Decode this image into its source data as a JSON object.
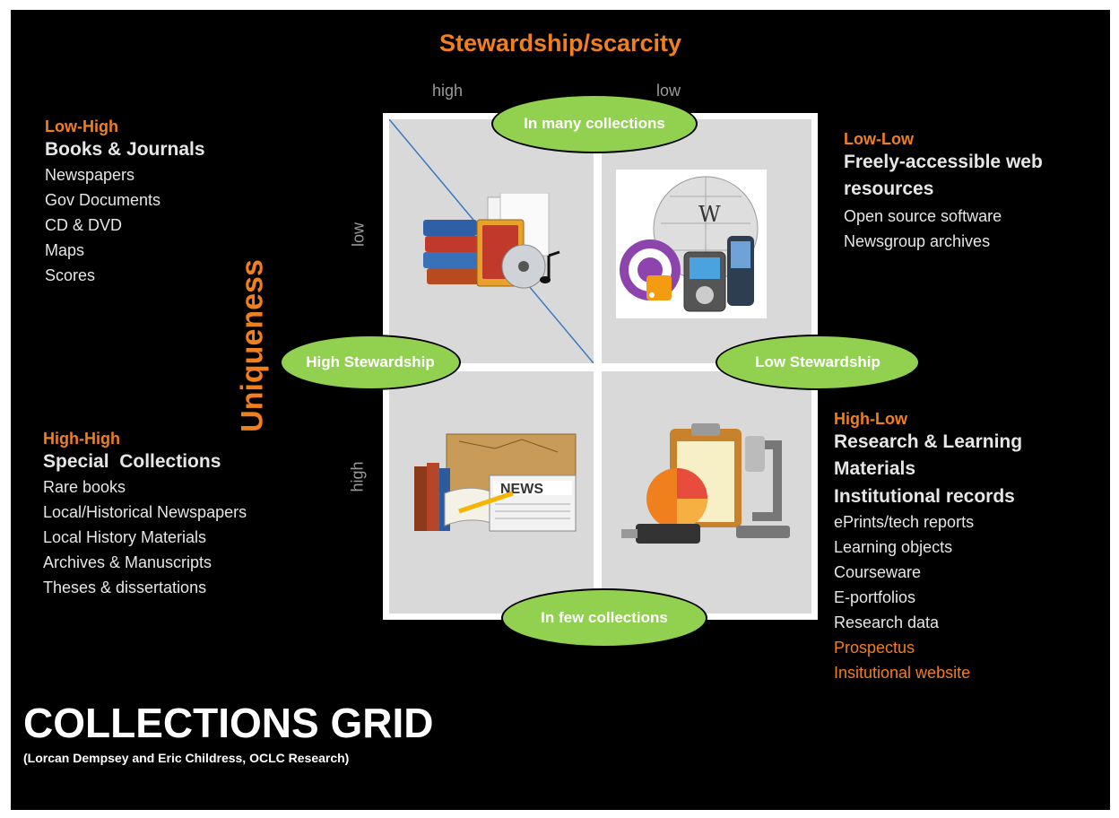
{
  "title": "Stewardship/scarcity",
  "y_axis_title": "Uniqueness",
  "axis_labels": {
    "top_left": "high",
    "top_right": "low",
    "left_top": "low",
    "left_bottom": "high"
  },
  "ovals": {
    "top": "In many collections",
    "bottom": "In few collections",
    "left": "High Stewardship",
    "right": "Low Stewardship"
  },
  "quadrants": {
    "top_left": {
      "category": "Low-High",
      "heading": "Books & Journals",
      "items": [
        "Newspapers",
        "Gov Documents",
        "CD & DVD",
        "Maps",
        "Scores"
      ],
      "highlight_items": []
    },
    "top_right": {
      "category": "Low-Low",
      "heading": "Freely-accessible web resources",
      "items": [
        "Open source software",
        "Newsgroup archives"
      ],
      "highlight_items": []
    },
    "bottom_left": {
      "category": "High-High",
      "heading": "Special  Collections",
      "items": [
        "Rare books",
        "Local/Historical Newspapers",
        "Local History Materials",
        "Archives & Manuscripts",
        "Theses & dissertations"
      ],
      "highlight_items": []
    },
    "bottom_right": {
      "category": "High-Low",
      "heading": "Research & Learning Materials",
      "heading2": "Institutional records",
      "items": [
        "ePrints/tech reports",
        "Learning objects",
        "Courseware",
        "E-portfolios",
        "Research data"
      ],
      "highlight_items": [
        "Prospectus",
        "Insitutional website"
      ]
    }
  },
  "news_label": "NEWS",
  "footer": {
    "title": "COLLECTIONS GRID",
    "credit": "(Lorcan Dempsey and Eric Childress, OCLC Research)"
  },
  "colors": {
    "background": "#000000",
    "accent": "#f07f1e",
    "oval": "#92d050",
    "quadrant": "#d9d9d9"
  },
  "icons": {
    "top_left": "books-cd-icon",
    "top_right": "wikipedia-podcast-rss-icon",
    "bottom_left": "newspaper-map-icon",
    "bottom_right": "research-microscope-icon"
  }
}
